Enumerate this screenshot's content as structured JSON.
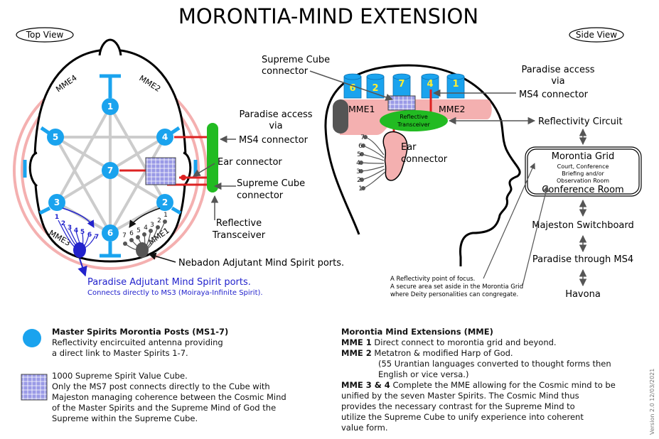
{
  "title": "MORONTIA-MIND EXTENSION",
  "top_view": {
    "label": "Top View",
    "posts": {
      "p1": "1",
      "p2": "2",
      "p3": "3",
      "p4": "4",
      "p5": "5",
      "p6": "6",
      "p7": "7"
    },
    "band_labels": {
      "mme1": "MME1",
      "mme2": "MME2",
      "mme3": "MME3",
      "mme4": "MME4"
    },
    "blue_port_numbers": [
      "1",
      "2",
      "3",
      "4",
      "5",
      "6",
      "7"
    ],
    "dark_port_numbers": [
      "7",
      "6",
      "5",
      "4",
      "3",
      "2",
      "1"
    ],
    "paradise_access": {
      "line1": "Paradise access",
      "line2": "via",
      "line3": "MS4 connector"
    },
    "ear_connector": "Ear connector",
    "supreme_cube_connector": {
      "line1": "Supreme Cube",
      "line2": "connector"
    },
    "reflective_transceiver": {
      "line1": "Reflective",
      "line2": "Transceiver"
    },
    "nebadon_ports": "Nebadon Adjutant Mind Spirit ports.",
    "paradise_ports": {
      "line1": "Paradise Adjutant Mind Spirit ports.",
      "line2": "Connects directly to MS3 (Moiraya-Infinite Spirit)."
    }
  },
  "side_view": {
    "label": "Side View",
    "cylinders": {
      "c1": "6",
      "c2": "2",
      "c3": "7",
      "c4": "4",
      "c5": "1"
    },
    "mme1": "MME1",
    "mme2": "MME2",
    "transceiver": {
      "line1": "Reflective",
      "line2": "Transceiver"
    },
    "supreme_cube_connector": {
      "line1": "Supreme Cube",
      "line2": "connector"
    },
    "paradise_access": {
      "line1": "Paradise access",
      "line2": "via",
      "line3": "MS4 connector"
    },
    "ear_connector": {
      "line1": "Ear",
      "line2": "connector"
    },
    "port_numbers": [
      "7",
      "6",
      "5",
      "4",
      "3",
      "2",
      "1"
    ],
    "flow": {
      "reflectivity_circuit": "Reflectivity Circuit",
      "morontia_grid": "Morontia Grid",
      "grid_sub": {
        "line1": "Court, Conference",
        "line2": "Briefing and/or",
        "line3": "Observation Room"
      },
      "conference_room": "Conference Room",
      "majeston": "Majeston Switchboard",
      "paradise_ms4": "Paradise through MS4",
      "havona": "Havona"
    },
    "footnote": {
      "line1": "A Reflectivity point of focus.",
      "line2": "A secure area set aside in the Morontia Grid",
      "line3": "where Deity personalities can congregate."
    }
  },
  "legend_left": {
    "posts_title": "Master Spirits Morontia Posts (MS1-7)",
    "posts_line1": "Reflectivity encircuited antenna providing",
    "posts_line2": "a direct link to Master Spirits 1-7.",
    "cube_line1": "1000 Supreme Spirit Value Cube.",
    "cube_line2": "Only the MS7 post connects directly to the Cube with",
    "cube_line3": "Majeston managing coherence between the Cosmic Mind",
    "cube_line4": "of the Master Spirits and the Supreme Mind of God the",
    "cube_line5": "Supreme within the Supreme Cube."
  },
  "legend_right": {
    "title": "Morontia Mind Extensions (MME)",
    "mme1_label": "MME 1",
    "mme1_text": "Direct connect to morontia grid and beyond.",
    "mme2_label": "MME 2",
    "mme2_text": "Metatron & modified Harp of God.",
    "mme2_note1": "(55 Urantian languages converted to thought forms then",
    "mme2_note2": "English or vice versa.)",
    "mme34_label": "MME 3 & 4",
    "mme34_line1": "Complete the MME allowing for the Cosmic mind to be",
    "mme34_line2": "unified by the seven Master Spirits. The Cosmic Mind thus",
    "mme34_line3": "provides the necessary contrast for the Supreme Mind to",
    "mme34_line4": "utilize the Supreme Cube to unify experience into coherent",
    "mme34_line5": "value form."
  },
  "version": "Version 2.0 12/03/2021",
  "colors": {
    "post_blue": "#1aa3ee",
    "band_pink": "#f4b0b0",
    "green": "#22bb22",
    "red": "#dd2222",
    "purple": "#2222cc",
    "cube": "#8888dd"
  }
}
